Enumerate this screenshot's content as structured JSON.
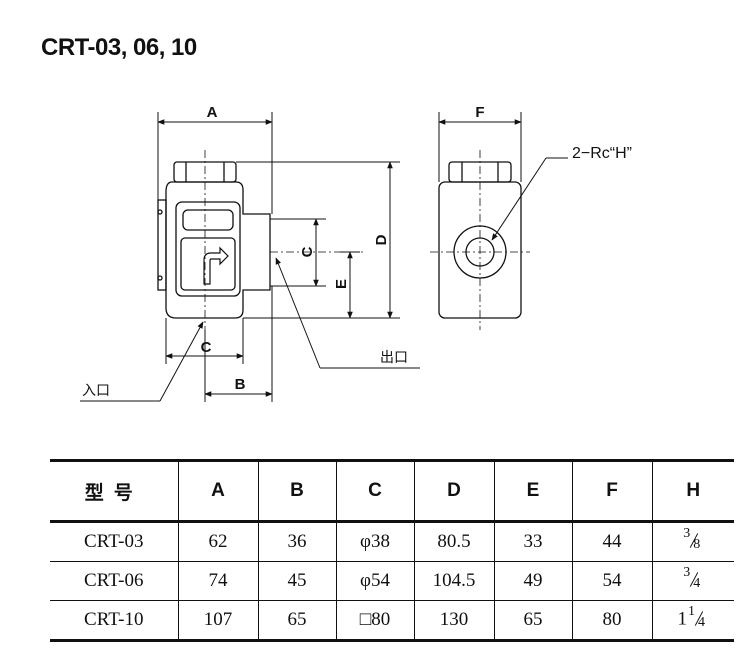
{
  "title": "CRT-03, 06, 10",
  "drawing": {
    "dim_A": "A",
    "dim_B": "B",
    "dim_C": "C",
    "dim_C_bottom": "C",
    "dim_D": "D",
    "dim_E": "E",
    "dim_F": "F",
    "thread_label": "2−Rc“H”",
    "outlet_label": "出口",
    "inlet_label": "入口"
  },
  "table": {
    "headers": [
      "型号",
      "A",
      "B",
      "C",
      "D",
      "E",
      "F",
      "H"
    ],
    "rows": [
      {
        "model": "CRT-03",
        "A": "62",
        "B": "36",
        "C": "φ38",
        "D": "80.5",
        "E": "33",
        "F": "44",
        "H_whole": "",
        "H_num": "3",
        "H_den": "8"
      },
      {
        "model": "CRT-06",
        "A": "74",
        "B": "45",
        "C": "φ54",
        "D": "104.5",
        "E": "49",
        "F": "54",
        "H_whole": "",
        "H_num": "3",
        "H_den": "4"
      },
      {
        "model": "CRT-10",
        "A": "107",
        "B": "65",
        "C": "□80",
        "D": "130",
        "E": "65",
        "F": "80",
        "H_whole": "1",
        "H_num": "1",
        "H_den": "4"
      }
    ]
  }
}
